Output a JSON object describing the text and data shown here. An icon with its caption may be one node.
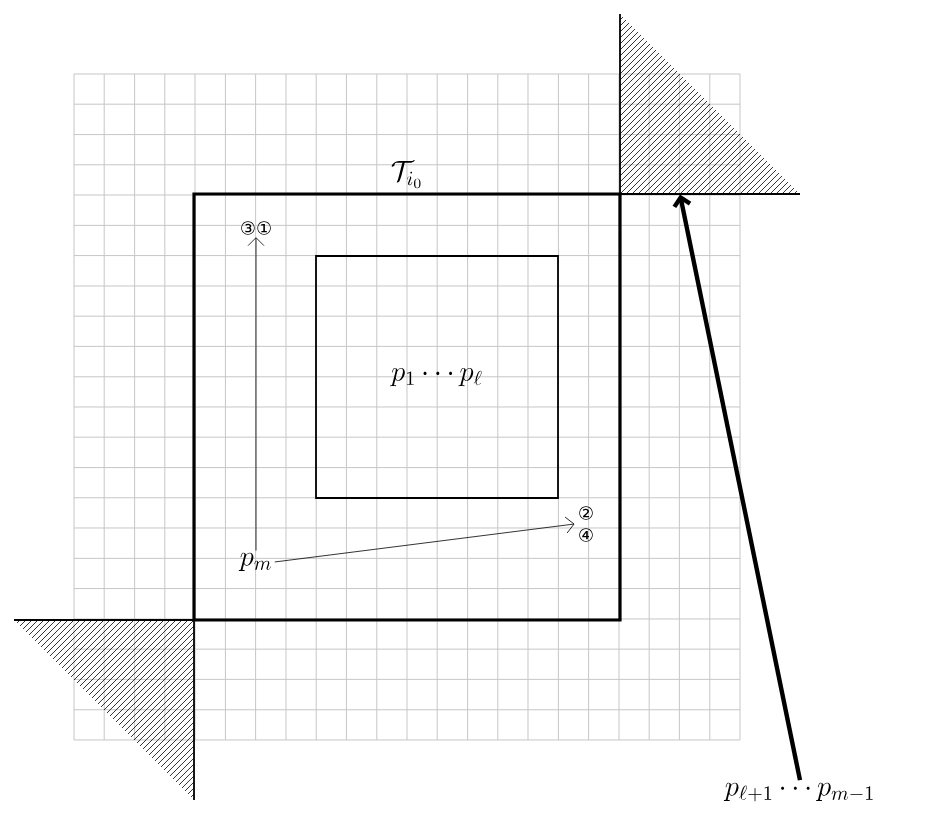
{
  "diagram": {
    "nodes": [
      {
        "text": [
          "\\mathcal{T}_{i_0}"
        ]
      },
      {
        "text": [
          "p_1 \\cdots p_\\ell"
        ],
        "in": 0
      },
      {
        "text": [
          "③①"
        ],
        "in": 0
      },
      {
        "text": [
          "② ④"
        ],
        "in": 0
      },
      {
        "text": [
          "p_m"
        ],
        "in": 0
      },
      {
        "text": [],
        "shape": "triangle"
      },
      {
        "text": [],
        "shape": "triangle"
      },
      {
        "text": [
          "p_{\\ell+1} \\cdots p_{m-1}"
        ]
      }
    ],
    "edges": [
      {
        "from": 4,
        "to": 2,
        "arrow": "to"
      },
      {
        "from": 4,
        "to": 3,
        "arrow": "to"
      },
      {
        "from": 7,
        "to": 5,
        "arrow": "to",
        "style": "thick"
      }
    ]
  }
}
